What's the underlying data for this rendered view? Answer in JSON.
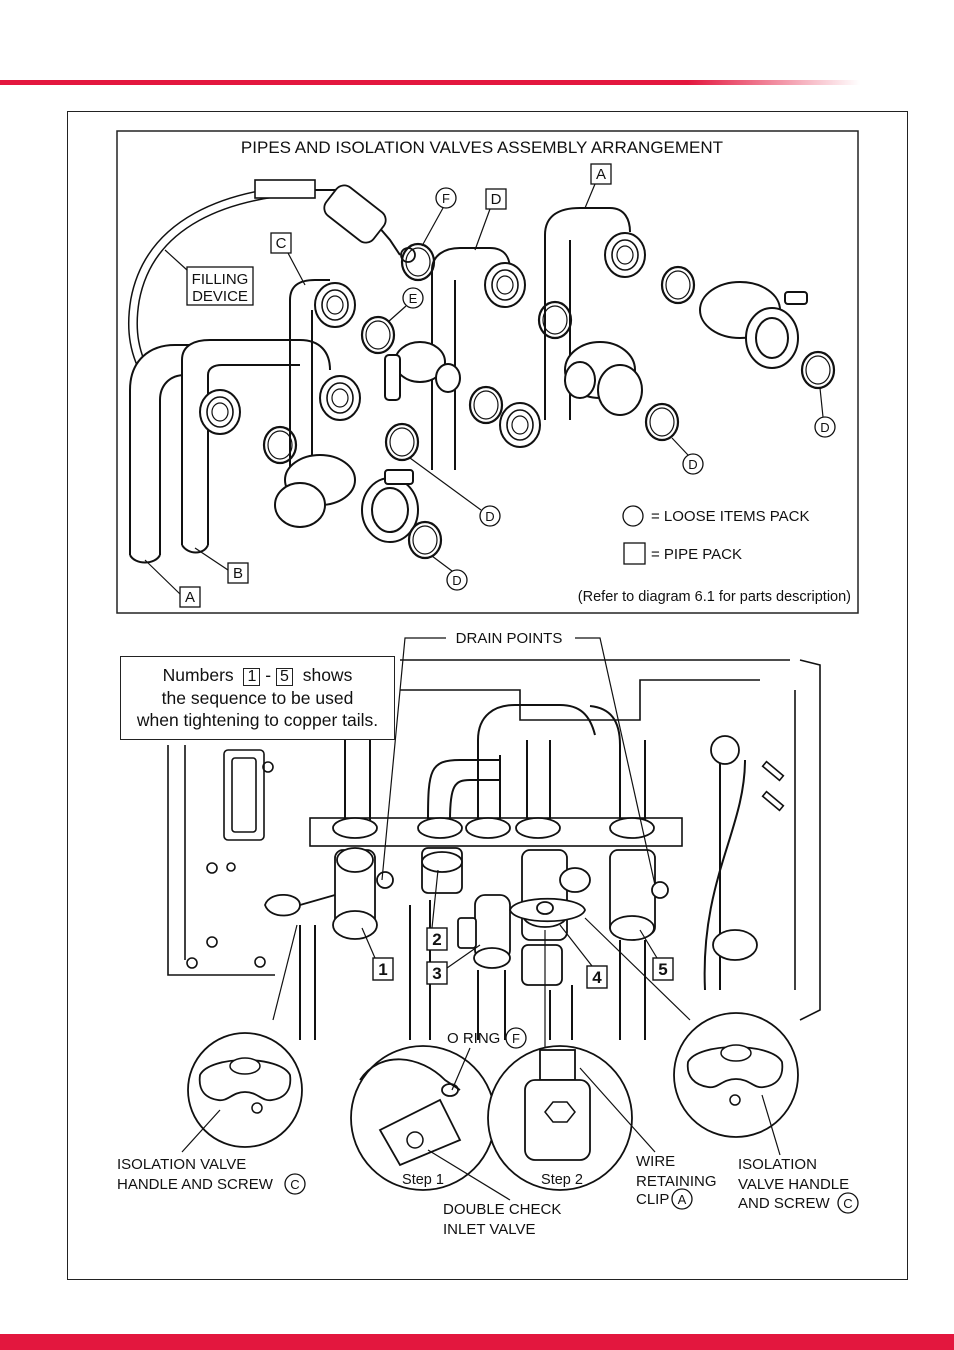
{
  "top_diagram": {
    "title": "PIPES AND ISOLATION VALVES ASSEMBLY ARRANGEMENT",
    "filling_device_line1": "FILLING",
    "filling_device_line2": "DEVICE",
    "pipe_labels": {
      "a_top": "A",
      "a_bottom": "A",
      "b": "B",
      "c": "C",
      "d_top": "D"
    },
    "seal_labels": {
      "f": "F",
      "e": "E",
      "d1": "D",
      "d2": "D",
      "d3": "D",
      "d4": "D"
    },
    "legend": {
      "loose_items": "=  LOOSE ITEMS PACK",
      "pipe_pack": "=  PIPE PACK"
    },
    "refer_note": "(Refer to diagram 6.1 for parts description)"
  },
  "bottom_diagram": {
    "drain_points": "DRAIN POINTS",
    "sequence_note": {
      "prefix": "Numbers",
      "num_first": "1",
      "dash": "-",
      "num_last": "5",
      "suffix": "shows",
      "line2": "the sequence to be used",
      "line3": "when tightening to copper tails."
    },
    "sequence_numbers": [
      "1",
      "2",
      "3",
      "4",
      "5"
    ],
    "o_ring": "O RING",
    "o_ring_code": "F",
    "step1": "Step 1",
    "step2": "Step 2",
    "left_handle_line1": "ISOLATION VALVE",
    "left_handle_line2": "HANDLE AND SCREW",
    "left_handle_code": "C",
    "double_check_line1": "DOUBLE CHECK",
    "double_check_line2": "INLET VALVE",
    "wire_clip_line1": "WIRE",
    "wire_clip_line2": "RETAINING",
    "wire_clip_line3": "CLIP",
    "wire_clip_code": "A",
    "right_handle_line1": "ISOLATION",
    "right_handle_line2": "VALVE HANDLE",
    "right_handle_line3": "AND SCREW",
    "right_handle_code": "C"
  }
}
